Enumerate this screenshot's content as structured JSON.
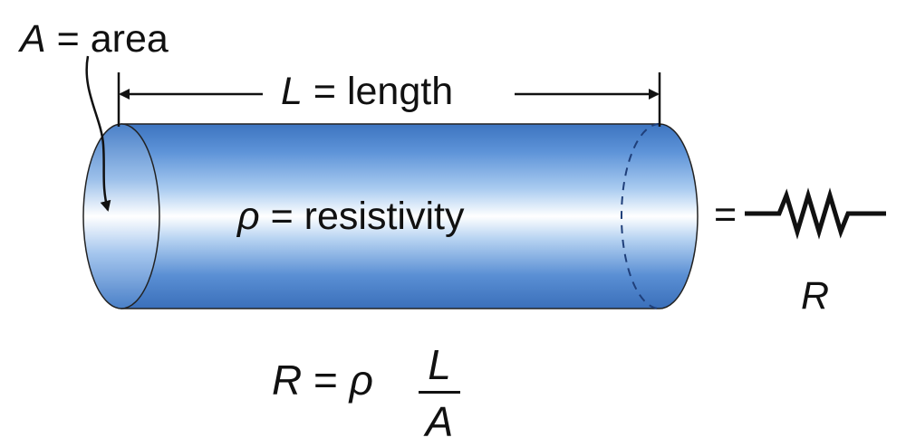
{
  "area_label": {
    "symbol": "A",
    "equals": "=",
    "text": "area"
  },
  "length_label": {
    "symbol": "L",
    "equals": "=",
    "text": "length"
  },
  "resistivity_label": {
    "symbol": "ρ",
    "equals": "=",
    "text": "resistivity"
  },
  "equivalence_sign": "=",
  "resistor_label": "R",
  "formula": {
    "lhs": "R",
    "equals": "=",
    "rho": "ρ",
    "numerator": "L",
    "denominator": "A"
  },
  "colors": {
    "cylinder_dark": "#3f78c4",
    "cylinder_light": "#ffffff",
    "stroke": "#111111"
  }
}
